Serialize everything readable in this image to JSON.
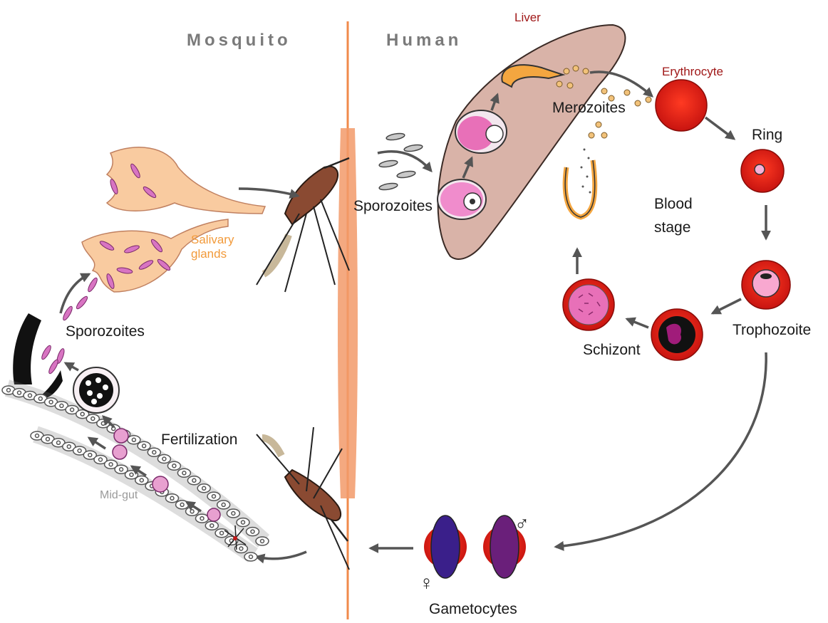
{
  "headers": {
    "mosquito": "Mosquito",
    "human": "Human"
  },
  "labels": {
    "liver": "Liver",
    "erythrocyte": "Erythrocyte",
    "merozoites": "Merozoites",
    "ring": "Ring",
    "blood_stage_line1": "Blood",
    "blood_stage_line2": "stage",
    "trophozoite": "Trophozoite",
    "schizont": "Schizont",
    "gametocytes": "Gametocytes",
    "sporozoites_human": "Sporozoites",
    "sporozoites_mosquito": "Sporozoites",
    "salivary_line1": "Salivary",
    "salivary_line2": "glands",
    "fertilization": "Fertilization",
    "midgut": "Mid-gut",
    "female_symbol": "♀",
    "male_symbol": "♂"
  },
  "colors": {
    "divider": "#f08a4b",
    "liver": "#d9b3a8",
    "rbc": "#e02418",
    "parasite_pink": "#f08ccc",
    "gland": "#f9cba0",
    "arrow": "#555555"
  }
}
